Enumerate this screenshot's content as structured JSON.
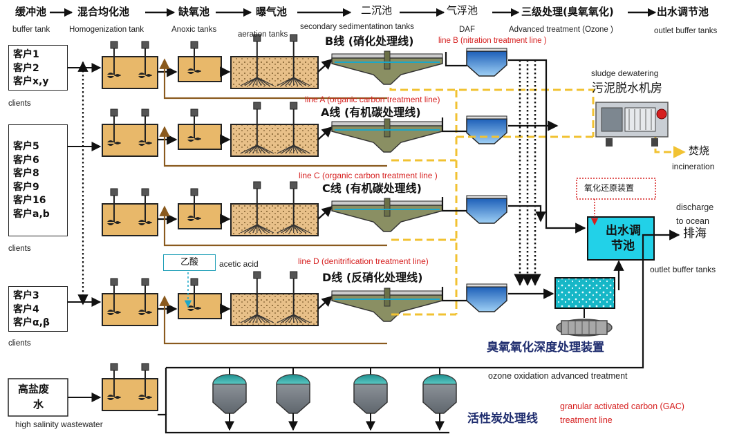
{
  "header": {
    "stages": [
      {
        "cn": "缓冲池",
        "en": "buffer tank"
      },
      {
        "cn": "混合均化池",
        "en": "Homogenization tank"
      },
      {
        "cn": "缺氧池",
        "en": "Anoxic tanks"
      },
      {
        "cn": "曝气池",
        "en": "aeration tanks"
      },
      {
        "cn": "二沉池",
        "en": "secondary sedimentatinon tanks"
      },
      {
        "cn": "气浮池",
        "en": "DAF"
      },
      {
        "cn": "三级处理(臭氧氧化)",
        "en": "Advanced treatment (Ozone )"
      },
      {
        "cn": "出水调节池",
        "en": "outlet buffer tanks"
      }
    ]
  },
  "client_groups": [
    {
      "items": [
        "客户1",
        "客户2",
        "客户x,y"
      ],
      "caption": "clients"
    },
    {
      "items": [
        "客户5",
        "客户6",
        "客户8",
        "客户9",
        "客户16",
        "客户a,b"
      ],
      "caption": "clients"
    },
    {
      "items": [
        "客户3",
        "客户4",
        "客户α,β"
      ],
      "caption": "clients"
    }
  ],
  "lines": [
    {
      "title": "B线 (硝化处理线)",
      "en": "line B (nitration treatment line )"
    },
    {
      "title": "A线 (有机碳处理线)",
      "en": "line A (organic carbon treatment line)"
    },
    {
      "title": "C线 (有机碳处理线)",
      "en": "line C (organic carbon treatment line )"
    },
    {
      "title": "D线 (反硝化处理线)",
      "en": "line D (denitrification treatment line)"
    }
  ],
  "acetic": {
    "cn": "乙酸",
    "en": "acetic acid"
  },
  "sludge": {
    "en": "sludge dewatering",
    "cn": "污泥脱水机房"
  },
  "incineration": {
    "cn": "焚烧",
    "en": "incineration"
  },
  "redox": {
    "cn": "氧化还原装置"
  },
  "discharge": {
    "en1": "discharge",
    "en2": "to ocean",
    "cn": "排海"
  },
  "outlet_tank": {
    "cn1": "出水调",
    "cn2": "节池",
    "en": "outlet buffer tanks"
  },
  "ozone": {
    "cn": "臭氧氧化深度处理装置",
    "en": "ozone oxidation advanced treatment"
  },
  "high_salinity": {
    "cn1": "高盐废",
    "cn2": "水",
    "en": "high salinity wastewater"
  },
  "gac": {
    "cn": "活性炭处理线",
    "en1": "granular activated carbon (GAC)",
    "en2": "treatment line"
  },
  "colors": {
    "tank_fill": "#e8b86a",
    "water_blue": "#2f7fd6",
    "dashed_yellow": "#f1c232",
    "arrow_brown": "#8a5a1e",
    "outlet_cyan": "#22d1e8",
    "label_red": "#d62020",
    "navy": "#1e2c6e"
  }
}
